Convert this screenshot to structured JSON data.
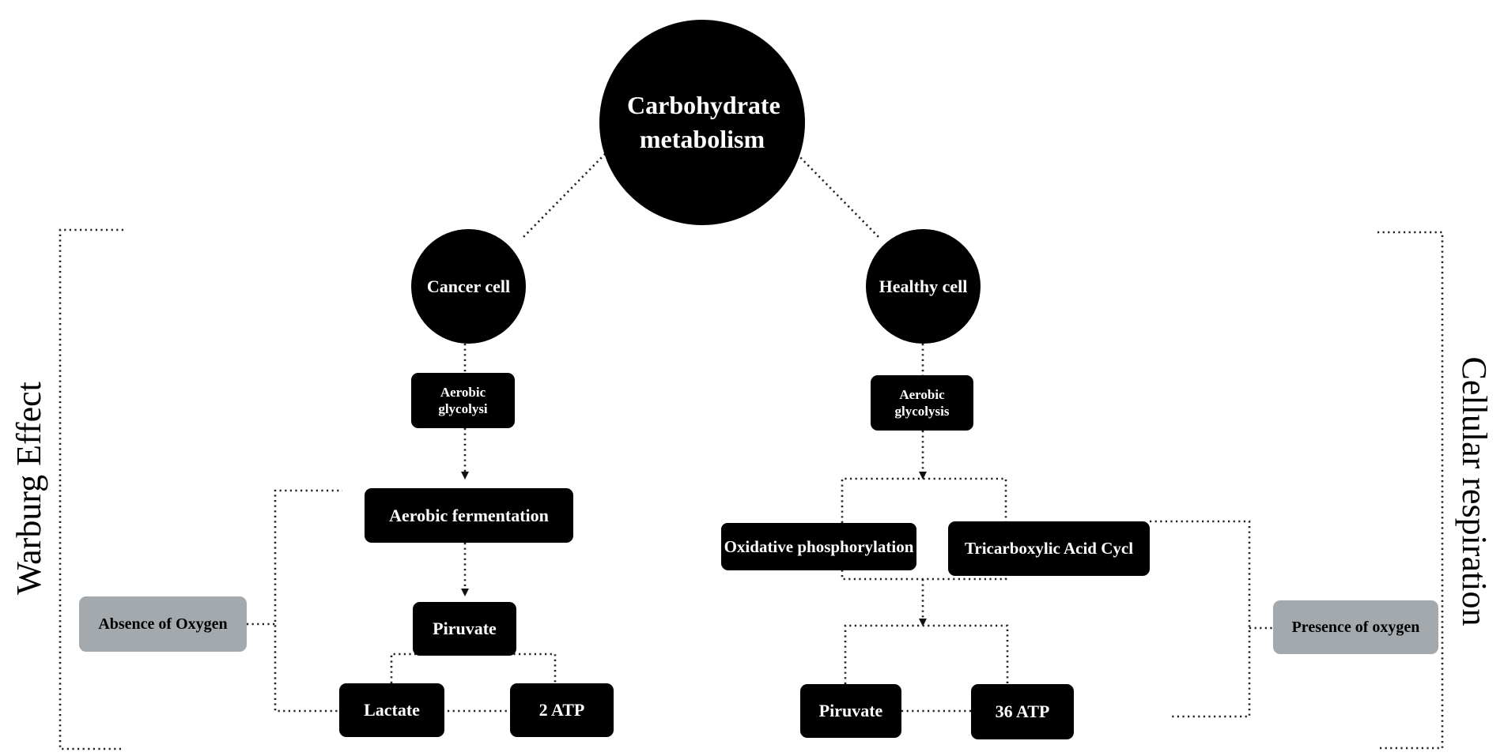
{
  "root": {
    "title": "Carbohydrate metabolism"
  },
  "branches": {
    "cancer": {
      "cell": "Cancer cell",
      "glycolysis": "Aerobic glycolysi",
      "fermentation": "Aerobic fermentation",
      "pyruvate": "Piruvate",
      "lactate": "Lactate",
      "atp": "2 ATP",
      "condition": "Absence of Oxygen",
      "bracket_label": "Warburg Effect"
    },
    "healthy": {
      "cell": "Healthy cell",
      "glycolysis": "Aerobic glycolysis",
      "oxphos": "Oxidative phosphorylation",
      "tca": "Tricarboxylic Acid Cycl",
      "pyruvate": "Piruvate",
      "atp": "36 ATP",
      "condition": "Presence of oxygen",
      "bracket_label": "Cellular respiration"
    }
  },
  "colors": {
    "node": "#000000",
    "condition_box": "#a3a9ad",
    "connector": "#222222",
    "background": "#ffffff"
  }
}
